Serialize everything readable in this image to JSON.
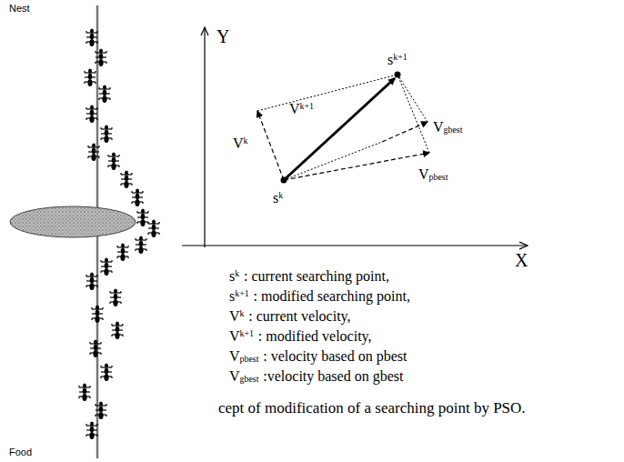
{
  "diagram": {
    "caption": "cept of modification of a searching point by PSO.",
    "labels": [
      "Nest",
      "Food",
      "Y",
      "X",
      "s",
      "k",
      "s",
      "k+1",
      "V",
      "k",
      "V",
      "k+1",
      "V",
      "gbest",
      "V",
      "pbest",
      "s",
      "k",
      ": current searching point,",
      "s",
      "k+1",
      ": modified searching point,",
      "V",
      "k",
      ": current velocity,",
      "V",
      "k+1",
      ": modified velocity,",
      "V",
      "pbest",
      ": velocity based on pbest",
      "V",
      "gbest",
      ":velocity based on gbest"
    ]
  }
}
